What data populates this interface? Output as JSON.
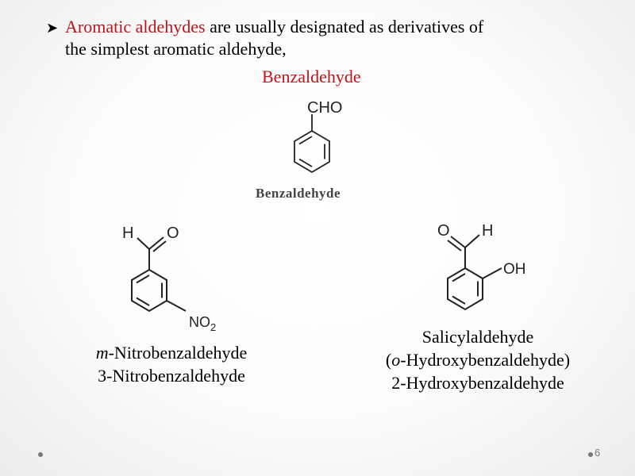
{
  "bullet": {
    "highlight": "Aromatic aldehydes",
    "rest_line1": " are usually designated as derivatives of",
    "line2": "the simplest aromatic aldehyde,"
  },
  "benzaldehyde_title": "Benzaldehyde",
  "structures": {
    "benzaldehyde": {
      "group": "CHO",
      "caption": "Benzaldehyde"
    },
    "nitrobenzaldehyde": {
      "h": "H",
      "o": "O",
      "sub_main": "NO",
      "sub_index": "2"
    },
    "salicylaldehyde": {
      "o": "O",
      "h": "H",
      "oh": "OH"
    }
  },
  "names": {
    "nitro": {
      "prefix": "m",
      "line1_rest": "-Nitrobenzaldehyde",
      "line2": "3-Nitrobenzaldehyde"
    },
    "salicyl": {
      "line1": "Salicylaldehyde",
      "line2_open": "(",
      "line2_prefix": "o",
      "line2_rest": "-Hydroxybenzaldehyde)",
      "line3": "2-Hydroxybenzaldehyde"
    }
  },
  "page_number": "6"
}
